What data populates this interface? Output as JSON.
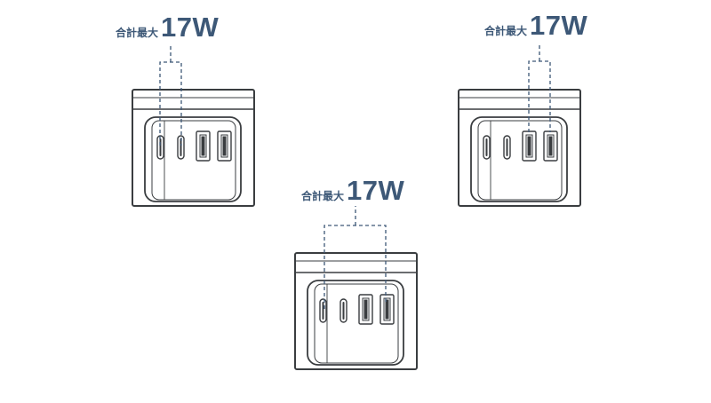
{
  "colors": {
    "label": "#3d5877",
    "outline": "#3a3d40",
    "dash": "#3d5877",
    "background": "#ffffff"
  },
  "callouts": [
    {
      "prefix": "合計最大",
      "value": "17W"
    },
    {
      "prefix": "合計最大",
      "value": "17W"
    },
    {
      "prefix": "合計最大",
      "value": "17W"
    }
  ]
}
